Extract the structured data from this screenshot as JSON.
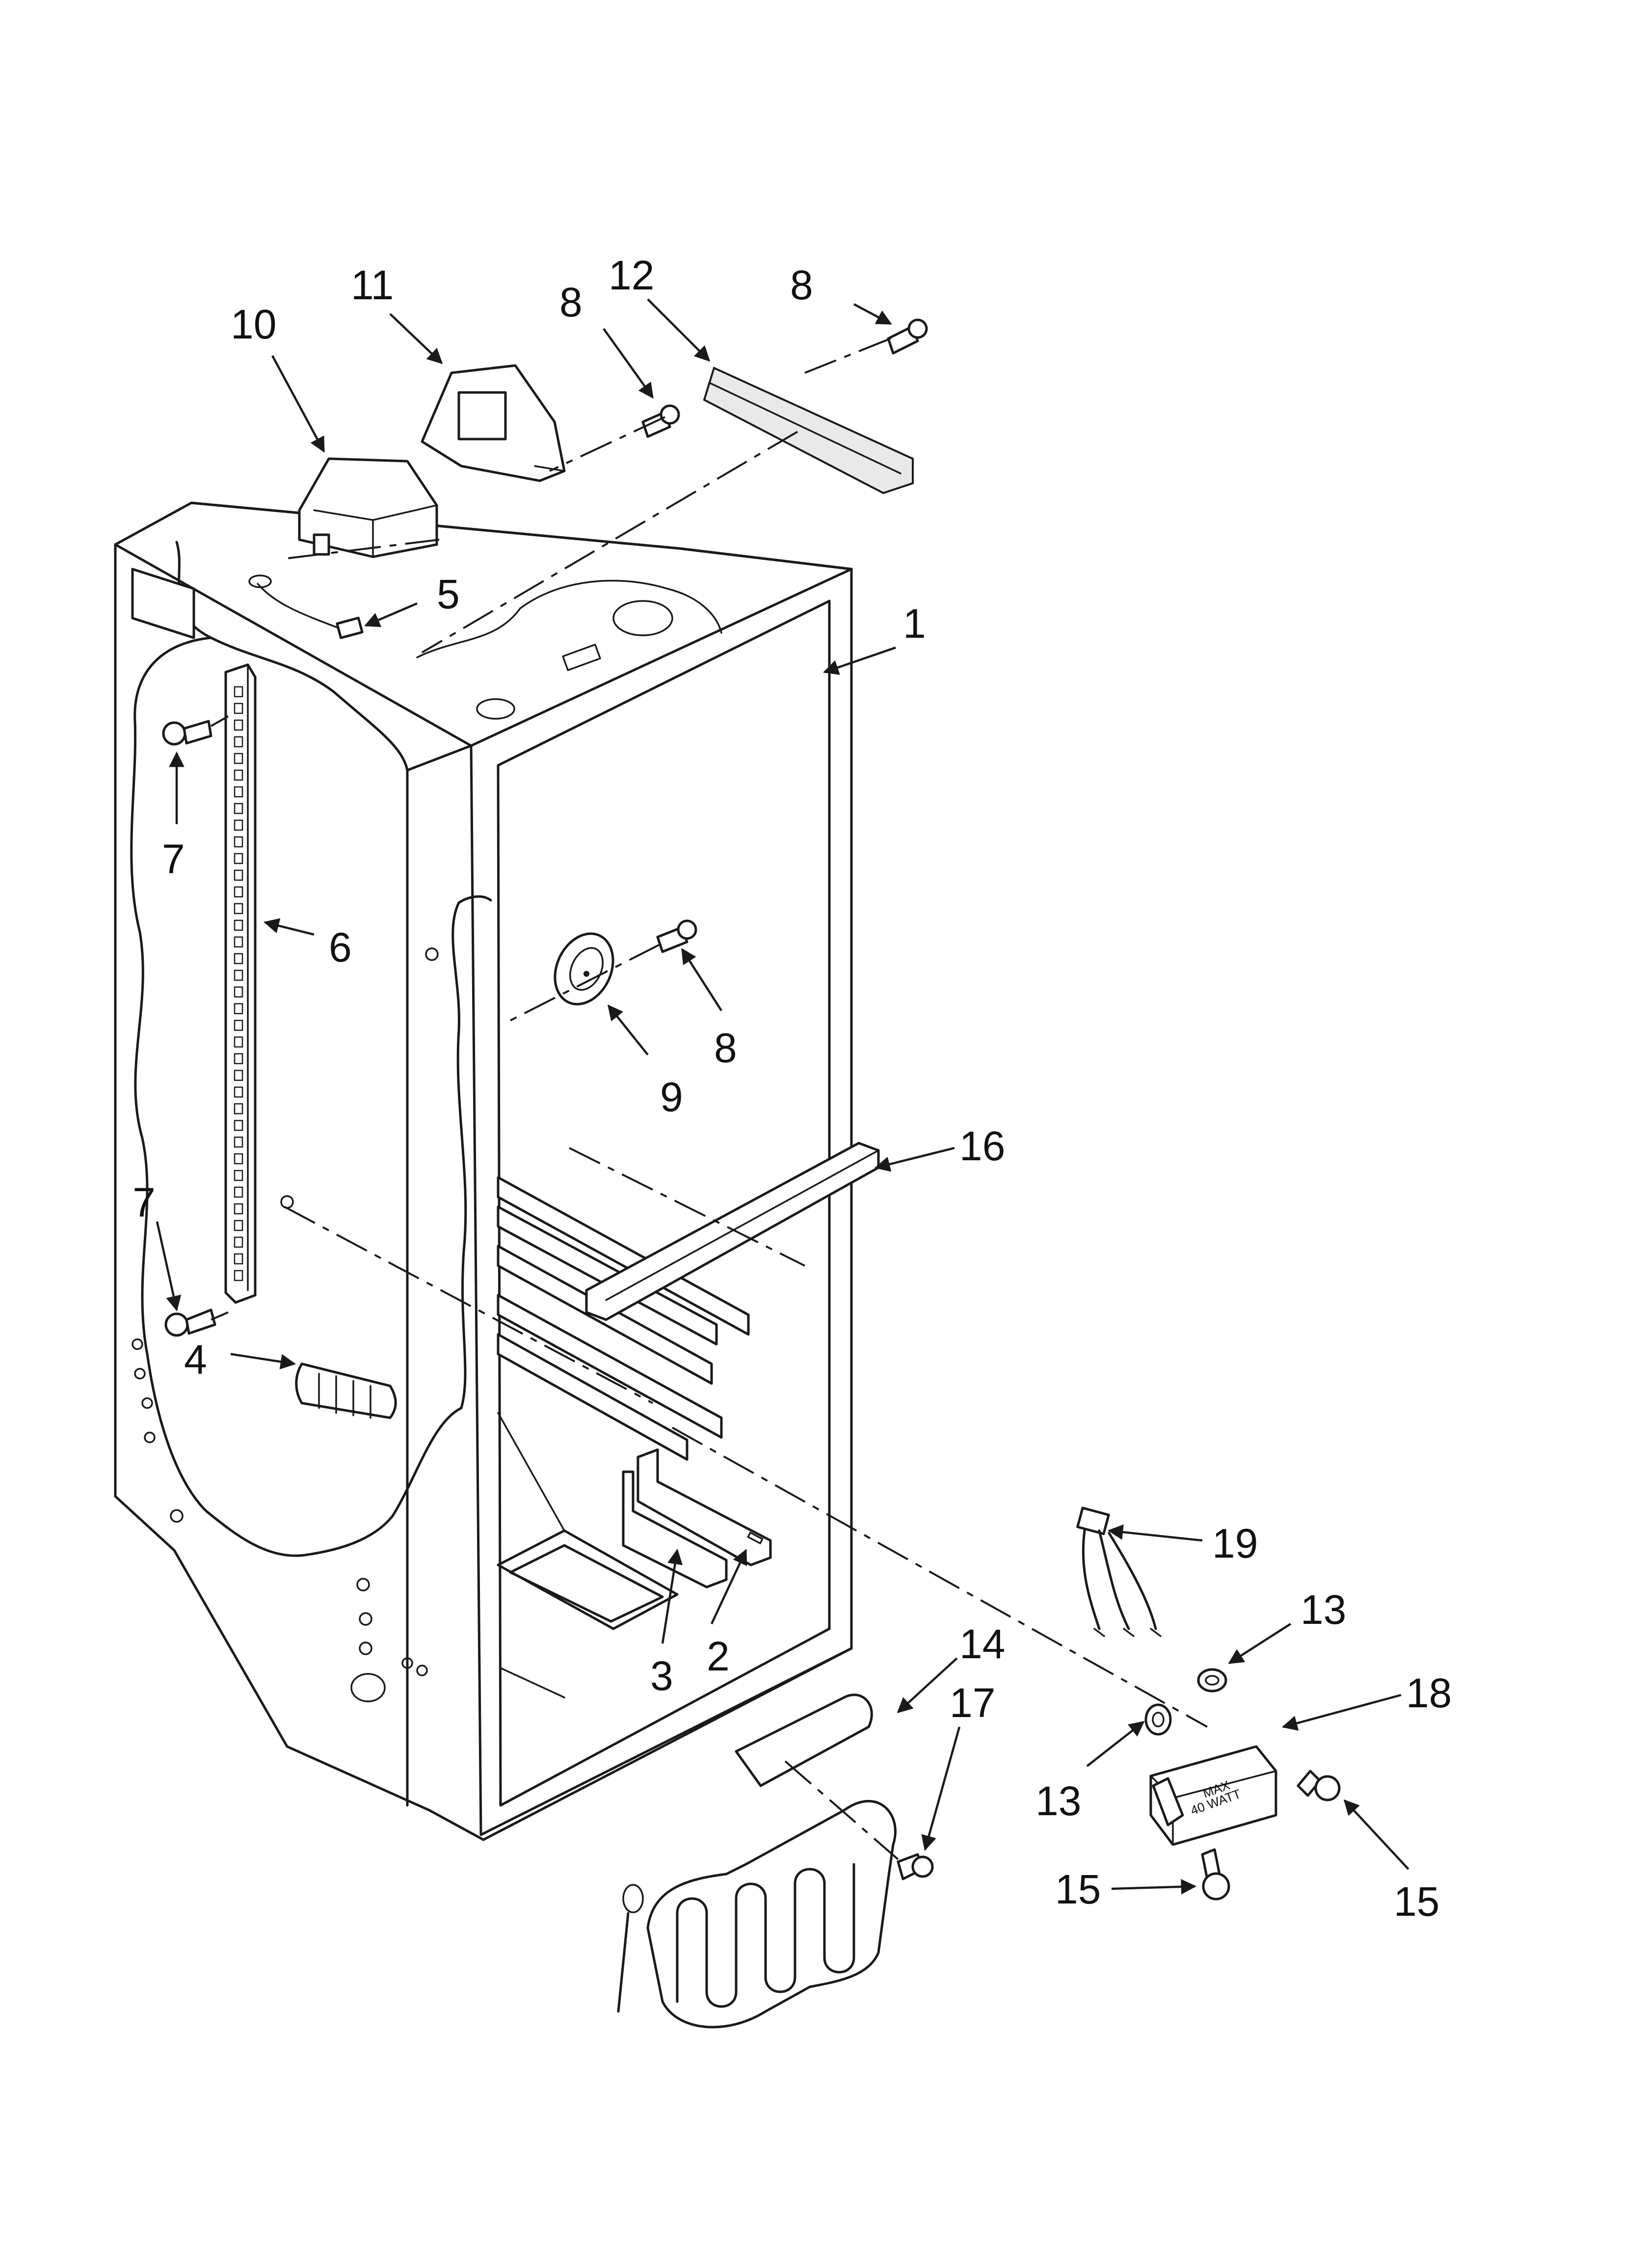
{
  "callouts": [
    {
      "id": "c1",
      "label": "1"
    },
    {
      "id": "c2",
      "label": "2"
    },
    {
      "id": "c3",
      "label": "3"
    },
    {
      "id": "c4",
      "label": "4"
    },
    {
      "id": "c5",
      "label": "5"
    },
    {
      "id": "c6",
      "label": "6"
    },
    {
      "id": "c7a",
      "label": "7"
    },
    {
      "id": "c7b",
      "label": "7"
    },
    {
      "id": "c8a",
      "label": "8"
    },
    {
      "id": "c8b",
      "label": "8"
    },
    {
      "id": "c8c",
      "label": "8"
    },
    {
      "id": "c9",
      "label": "9"
    },
    {
      "id": "c10",
      "label": "10"
    },
    {
      "id": "c11",
      "label": "11"
    },
    {
      "id": "c12",
      "label": "12"
    },
    {
      "id": "c13a",
      "label": "13"
    },
    {
      "id": "c13b",
      "label": "13"
    },
    {
      "id": "c14",
      "label": "14"
    },
    {
      "id": "c15a",
      "label": "15"
    },
    {
      "id": "c15b",
      "label": "15"
    },
    {
      "id": "c16",
      "label": "16"
    },
    {
      "id": "c17",
      "label": "17"
    },
    {
      "id": "c18",
      "label": "18"
    },
    {
      "id": "c19",
      "label": "19"
    }
  ],
  "socket_stamp": {
    "line1": "MAX",
    "line2": "40 WATT"
  }
}
